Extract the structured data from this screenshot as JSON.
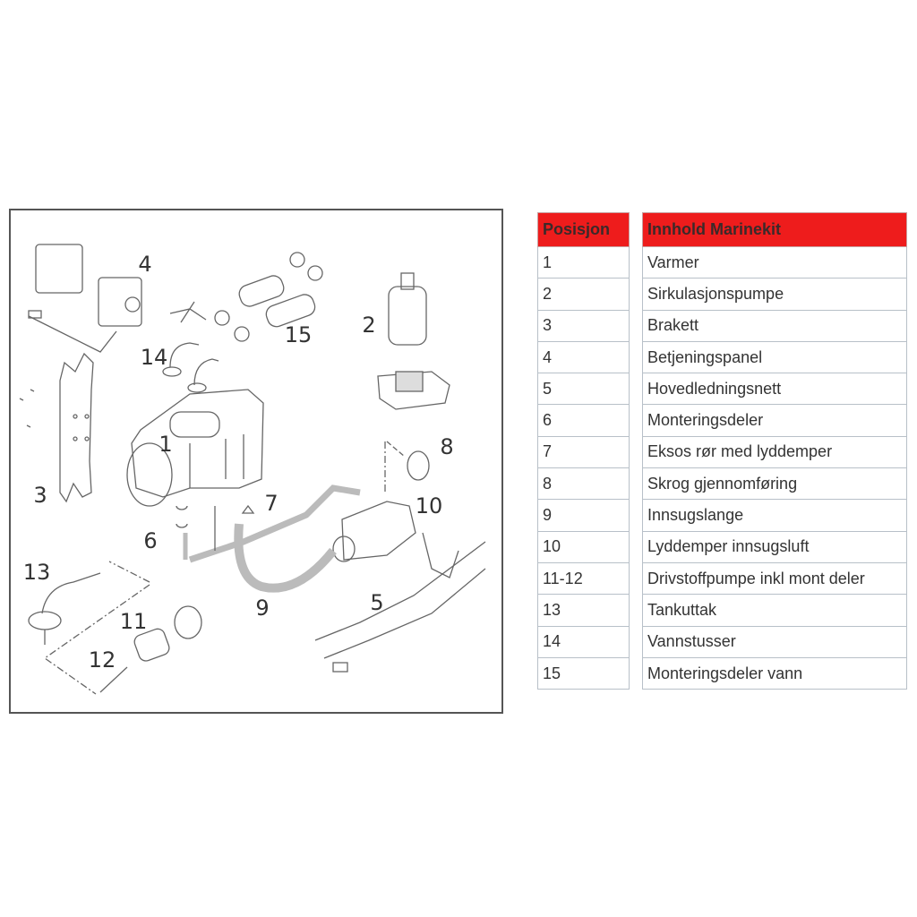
{
  "diagram": {
    "labels": [
      "1",
      "2",
      "3",
      "4",
      "5",
      "6",
      "7",
      "8",
      "9",
      "10",
      "11",
      "12",
      "13",
      "14",
      "15"
    ]
  },
  "table": {
    "headers": {
      "position": "Posisjon",
      "content": "Innhold Marinekit"
    },
    "header_color": "#ee1c1c",
    "rows": [
      {
        "pos": "1",
        "item": "Varmer"
      },
      {
        "pos": "2",
        "item": "Sirkulasjonspumpe"
      },
      {
        "pos": "3",
        "item": "Brakett"
      },
      {
        "pos": "4",
        "item": "Betjeningspanel"
      },
      {
        "pos": "5",
        "item": "Hovedledningsnett"
      },
      {
        "pos": "6",
        "item": "Monteringsdeler"
      },
      {
        "pos": "7",
        "item": "Eksos rør med lyddemper"
      },
      {
        "pos": "8",
        "item": "Skrog gjennomføring"
      },
      {
        "pos": "9",
        "item": "Innsugslange"
      },
      {
        "pos": "10",
        "item": "Lyddemper innsugsluft"
      },
      {
        "pos": "11-12",
        "item": "Drivstoffpumpe inkl mont deler"
      },
      {
        "pos": "13",
        "item": "Tankuttak"
      },
      {
        "pos": "14",
        "item": "Vannstusser"
      },
      {
        "pos": "15",
        "item": "Monteringsdeler vann"
      }
    ]
  }
}
